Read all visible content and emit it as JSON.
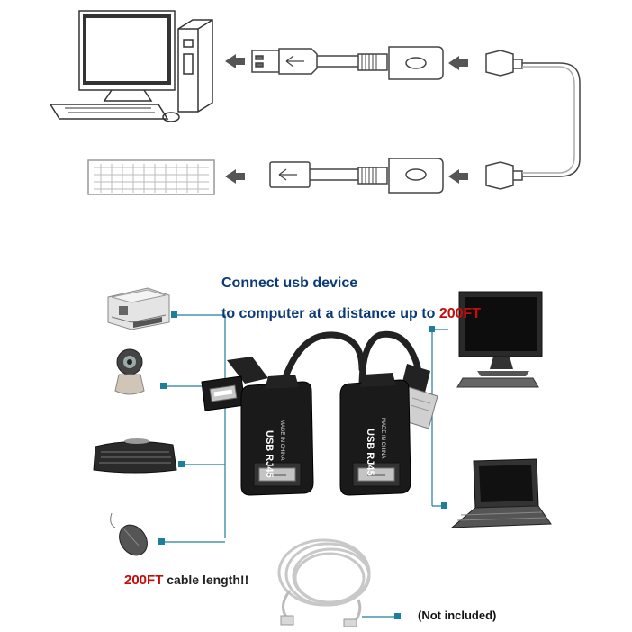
{
  "photo": {
    "connect_line": "Connect usb device",
    "distance_prefix": "to computer at a distance up to ",
    "distance_value": "200FT",
    "cable_value": "200FT",
    "cable_suffix": " cable length!!",
    "not_included": "(Not included)",
    "adapter_label": "USB RJ45",
    "made_in": "MADE IN CHINA"
  },
  "colors": {
    "caption_blue": "#0b3a78",
    "accent_red": "#c80a0a",
    "connector_teal": "#1e7f9a",
    "adapter_black": "#1a1a1a"
  }
}
